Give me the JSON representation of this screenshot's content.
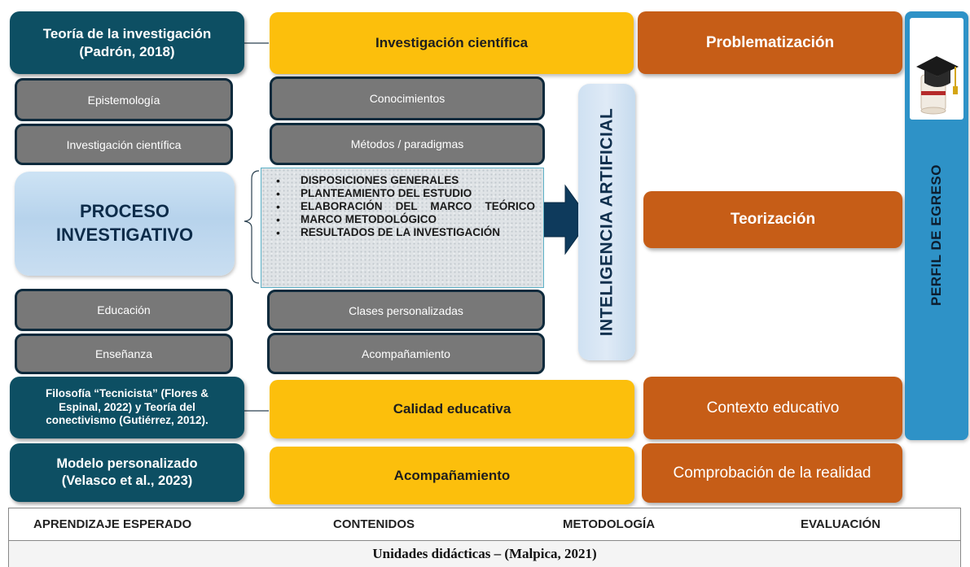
{
  "left_boxes": {
    "teoria": [
      "Teoría de la investigación",
      "(Padrón, 2018)"
    ],
    "filosofia": [
      "Filosofía “Tecnicista” (Flores &",
      "Espinal, 2022) y Teoría del",
      "conectivismo (Gutiérrez, 2012)."
    ],
    "modelo": [
      "Modelo personalizado",
      "(Velasco et al., 2023)"
    ]
  },
  "gray_boxes": {
    "epistemologia": "Epistemología",
    "investigacion": "Investigación científica",
    "educacion": "Educación",
    "ensenanza": "Enseñanza",
    "conocimientos": "Conocimientos",
    "metodos": "Métodos / paradigmas",
    "clases": "Clases personalizadas",
    "acompanamiento": "Acompañamiento"
  },
  "proceso": [
    "PROCESO",
    "INVESTIGATIVO"
  ],
  "stages": [
    "DISPOSICIONES GENERALES",
    "PLANTEAMIENTO DEL ESTUDIO",
    "ELABORACIÓN DEL MARCO TEÓRICO",
    "MARCO METODOLÓGICO",
    "RESULTADOS DE LA INVESTIGACIÓN"
  ],
  "center_boxes": {
    "investigacion_cientifica": "Investigación científica",
    "calidad_educativa": "Calidad educativa",
    "acompanamiento": "Acompañamiento"
  },
  "ia_label": "INTELIGENCIA ARTIFICIAL",
  "right_boxes": {
    "problematizacion": "Problematización",
    "teorizacion": "Teorización",
    "contexto": "Contexto educativo",
    "comprobacion": "Comprobación de la realidad"
  },
  "perfil_label": "PERFIL DE EGRESO",
  "perfil_icon": "graduation-cap-diploma-icon",
  "footer": {
    "columns": [
      "APRENDIZAJE ESPERADO",
      "CONTENIDOS",
      "METODOLOGÍA",
      "EVALUACIÓN"
    ],
    "title": "Unidades didácticas – (Malpica, 2021)"
  },
  "colors": {
    "teal": "#0d4f63",
    "yellow": "#fcbf0c",
    "orange": "#c65d17",
    "gray": "#787878",
    "light_blue": "#cde3f4",
    "perfil_blue": "#2e92c7",
    "arrow_navy": "#0e3a5c"
  }
}
